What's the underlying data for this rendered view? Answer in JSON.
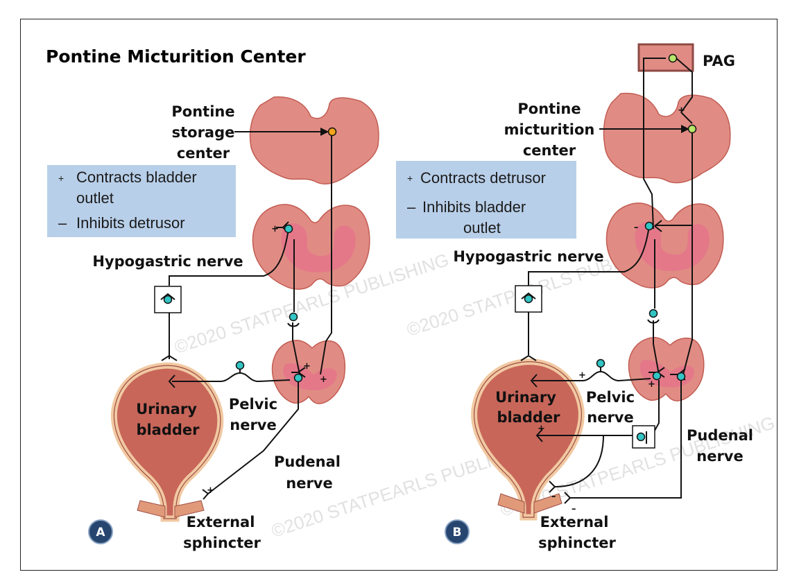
{
  "title": "Pontine Micturition Center",
  "watermark": "©2020 STATPEARLS PUBLISHING",
  "colors": {
    "tissue": "#e08c84",
    "tissue_dark": "#c25c52",
    "grey_matter": "#e4748a",
    "bladder_wall": "#f1c9a2",
    "bladder_fill": "#c8665a",
    "legend_bg": "#b8cfe9",
    "neuron_cyan": "#33c4c4",
    "neuron_orange": "#f4a41a",
    "neuron_green": "#b8e66a",
    "badge": "#27466f"
  },
  "panel_a": {
    "badge": "A",
    "pons_label": [
      "Pontine",
      "storage",
      "center"
    ],
    "legend": [
      {
        "sign": "+",
        "lines": [
          "Contracts bladder",
          "outlet"
        ]
      },
      {
        "sign": "–",
        "lines": [
          "Inhibits detrusor"
        ]
      }
    ],
    "hypogastric": "Hypogastric nerve",
    "bladder": [
      "Urinary",
      "bladder"
    ],
    "pelvic": [
      "Pelvic",
      "nerve"
    ],
    "pudenal": [
      "Pudenal",
      "nerve"
    ],
    "sphincter": [
      "External",
      "sphincter"
    ],
    "signs": {
      "cord": "+",
      "sacral_1": "+",
      "sacral_2": "+",
      "sphincter": "+"
    }
  },
  "panel_b": {
    "badge": "B",
    "pag": "PAG",
    "pons_label": [
      "Pontine",
      "micturition",
      "center"
    ],
    "legend": [
      {
        "sign": "+",
        "lines": [
          "Contracts detrusor"
        ]
      },
      {
        "sign": "–",
        "lines": [
          "Inhibits bladder",
          "outlet"
        ]
      }
    ],
    "hypogastric": "Hypogastric nerve",
    "bladder": [
      "Urinary",
      "bladder"
    ],
    "pelvic": [
      "Pelvic",
      "nerve"
    ],
    "pudenal": [
      "Pudenal",
      "nerve"
    ],
    "sphincter": [
      "External",
      "sphincter"
    ],
    "signs": {
      "pons": "+",
      "cord": "–",
      "pelvic": "+",
      "sacral": "+",
      "bladder": "+",
      "sph_1": "–",
      "sph_2": "–"
    }
  }
}
